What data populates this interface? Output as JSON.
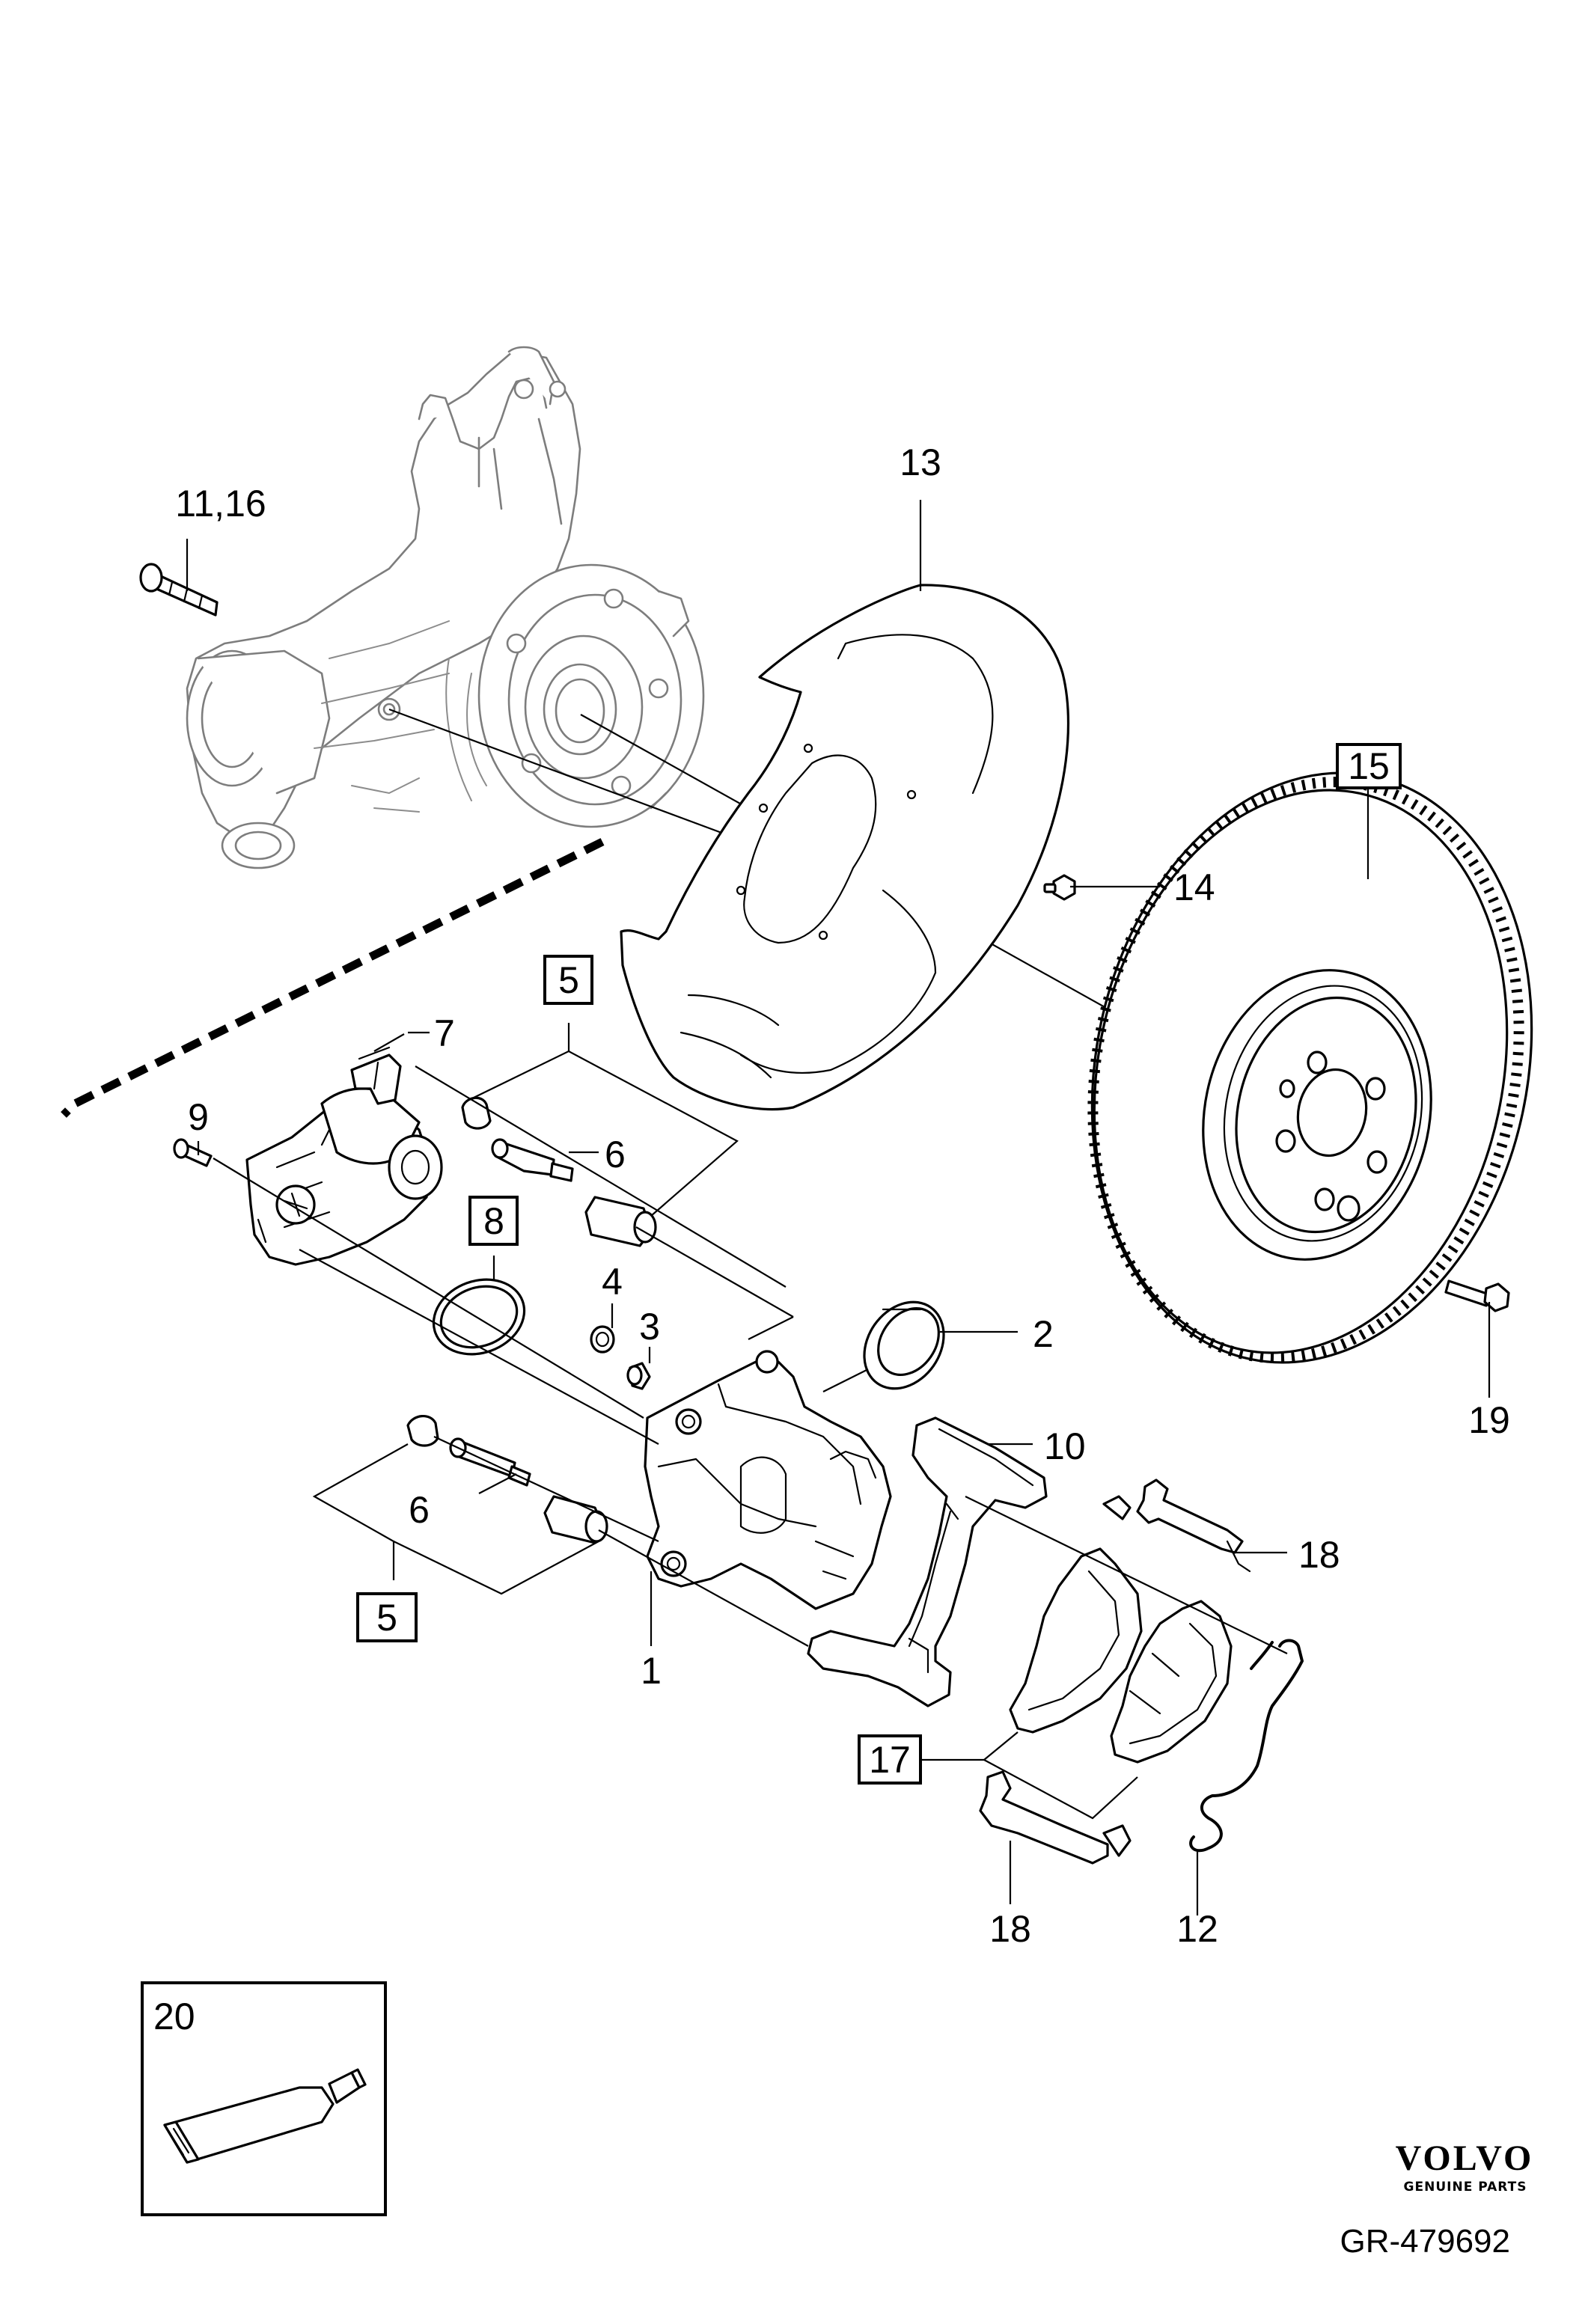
{
  "diagram": {
    "callouts": {
      "c1": "1",
      "c2": "2",
      "c3": "3",
      "c4": "4",
      "c5_top": "5",
      "c5_bottom": "5",
      "c6_top": "6",
      "c6_bottom": "6",
      "c7": "7",
      "c8": "8",
      "c9": "9",
      "c10": "10",
      "c11_16": "11,16",
      "c12": "12",
      "c13": "13",
      "c14": "14",
      "c15": "15",
      "c17": "17",
      "c18_top": "18",
      "c18_bottom": "18",
      "c19": "19",
      "c20": "20"
    },
    "logo": {
      "brand": "VOLVO",
      "subtitle": "GENUINE PARTS"
    },
    "reference": "GR-479692"
  }
}
